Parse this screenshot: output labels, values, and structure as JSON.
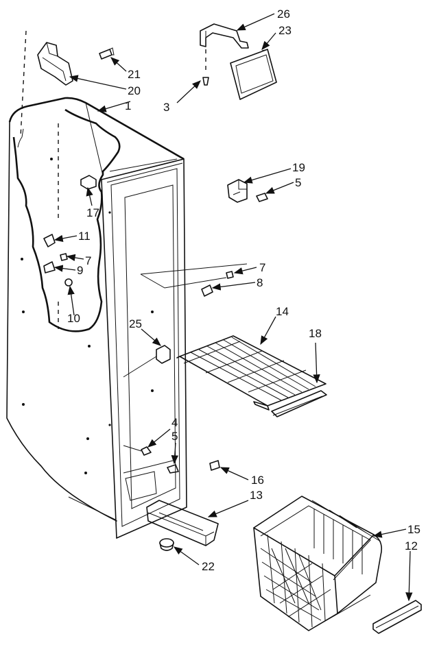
{
  "labels": {
    "l1": "1",
    "l3": "3",
    "l4": "4",
    "l5a": "5",
    "l5b": "5",
    "l7a": "7",
    "l7b": "7",
    "l8": "8",
    "l9": "9",
    "l10": "10",
    "l11": "11",
    "l12": "12",
    "l13": "13",
    "l14": "14",
    "l15": "15",
    "l16": "16",
    "l17": "17",
    "l18": "18",
    "l19": "19",
    "l20": "20",
    "l21": "21",
    "l22": "22",
    "l23": "23",
    "l25": "25",
    "l26": "26"
  }
}
